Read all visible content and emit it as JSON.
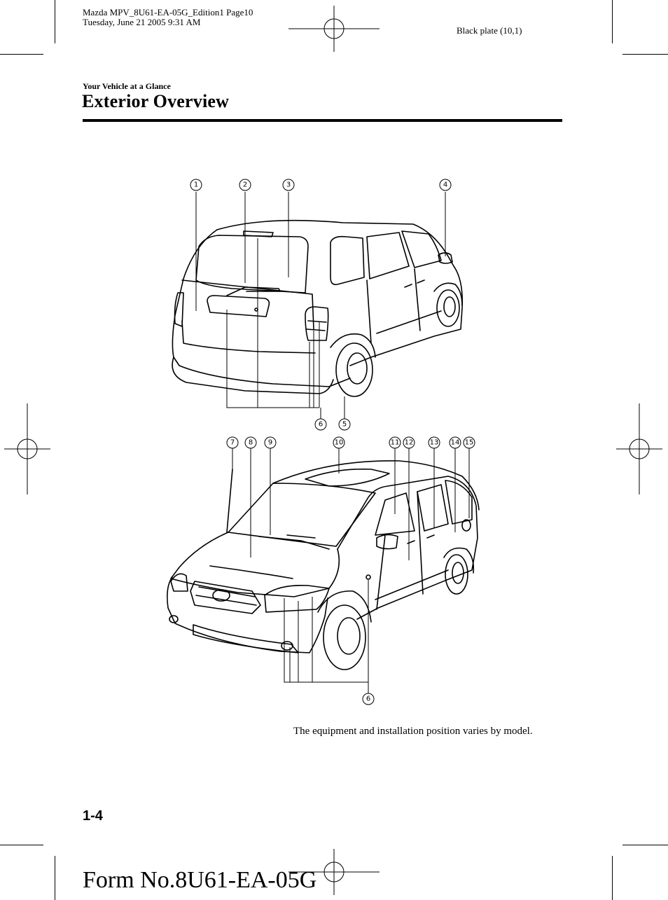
{
  "print_header": {
    "line1": "Mazda MPV_8U61-EA-05G_Edition1 Page10",
    "line2": "Tuesday, June 21 2005 9:31 AM",
    "plate": "Black plate (10,1)"
  },
  "section_label": "Your Vehicle at a Glance",
  "title": "Exterior Overview",
  "rear_view": {
    "callouts_top": [
      "1",
      "2",
      "3",
      "4"
    ],
    "callouts_bottom": [
      "6",
      "5"
    ]
  },
  "front_view": {
    "callouts_top": [
      "7",
      "8",
      "9",
      "10",
      "11",
      "12",
      "13",
      "14",
      "15"
    ],
    "callouts_bottom": [
      "6"
    ]
  },
  "footnote": "The equipment and installation position varies by model.",
  "page_number": "1-4",
  "form_number": "Form No.8U61-EA-05G"
}
